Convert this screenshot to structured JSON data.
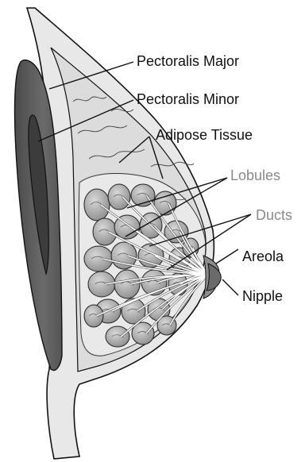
{
  "labels": {
    "pectoralis_major": "Pectoralis Major",
    "pectoralis_minor": "Pectoralis Minor",
    "adipose_tissue": "Adipose Tissue",
    "lobules": "Lobules",
    "ducts": "Ducts",
    "areola": "Areola",
    "nipple": "Nipple"
  },
  "colors": {
    "outline": "#111111",
    "skin": "#e4e4e4",
    "fat": "#d7d7d7",
    "muscle": "#595959",
    "lobule": "#a9a9a9",
    "lobule_light": "#c4c4c4",
    "nipple": "#7a7a7a",
    "label_dark": "#111111",
    "label_grey": "#8a8a8a"
  }
}
